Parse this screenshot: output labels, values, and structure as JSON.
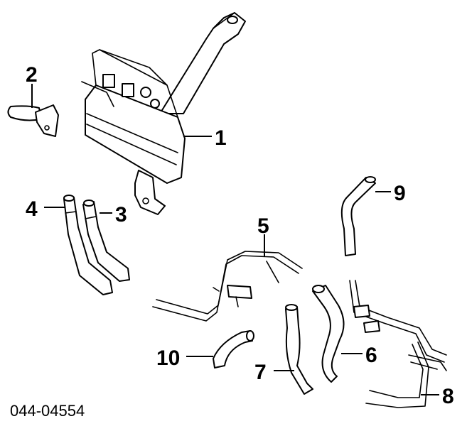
{
  "diagram": {
    "drawing_code": "044-04554",
    "callouts": {
      "c1": "1",
      "c2": "2",
      "c3": "3",
      "c4": "4",
      "c5": "5",
      "c6": "6",
      "c7": "7",
      "c8": "8",
      "c9": "9",
      "c10": "10"
    }
  }
}
